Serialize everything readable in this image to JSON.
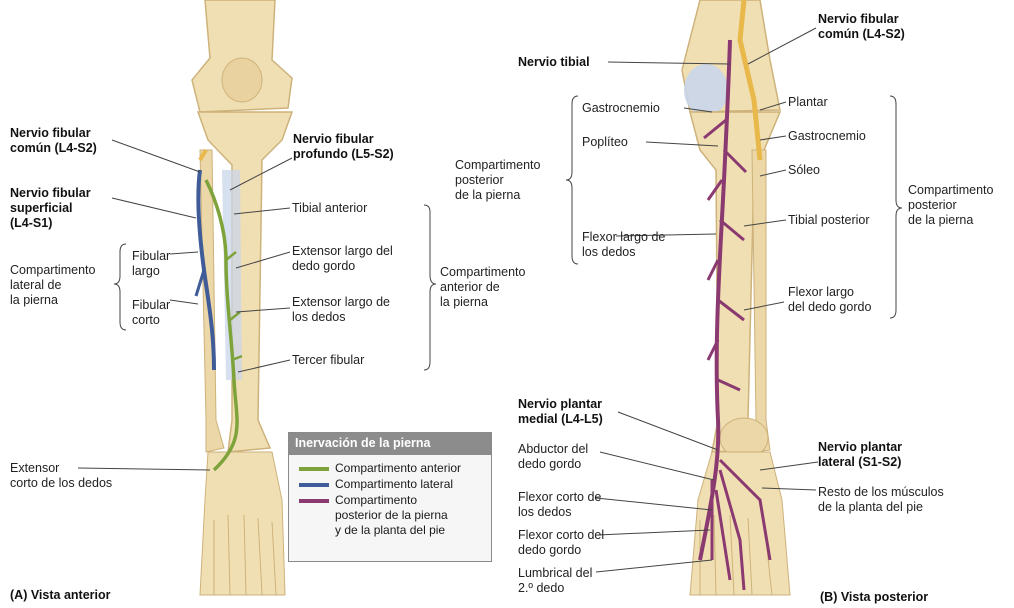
{
  "colors": {
    "anterior": "#7ea33a",
    "lateral": "#3f5c98",
    "posterior": "#8a3a70",
    "bone": "#f1dfb4",
    "bone_edge": "#cdb27a",
    "muscle": "#c9d6ea",
    "common_nerve": "#e8b84a",
    "leader": "#444444"
  },
  "panel_a": {
    "caption": "(A) Vista anterior",
    "labels": {
      "fibular_comun": [
        "Nervio fibular",
        "común (L4-S2)"
      ],
      "fibular_profundo": [
        "Nervio fibular",
        "profundo (L5-S2)"
      ],
      "fibular_superficial": [
        "Nervio fibular",
        "superficial",
        "(L4-S1)"
      ],
      "tibial_anterior": "Tibial anterior",
      "extensor_largo_dedo_gordo": [
        "Extensor largo del",
        "dedo gordo"
      ],
      "extensor_largo_dedos": [
        "Extensor largo de",
        "los dedos"
      ],
      "tercer_fibular": "Tercer fibular",
      "compartimento_anterior": [
        "Compartimento",
        "anterior de",
        "la pierna"
      ],
      "compartimento_lateral": [
        "Compartimento",
        "lateral de",
        "la pierna"
      ],
      "fibular_largo": [
        "Fibular",
        "largo"
      ],
      "fibular_corto": [
        "Fibular",
        "corto"
      ],
      "extensor_corto": [
        "Extensor",
        "corto de los dedos"
      ]
    }
  },
  "panel_b": {
    "caption": "(B) Vista posterior",
    "labels": {
      "fibular_comun": [
        "Nervio fibular",
        "común (L4-S2)"
      ],
      "tibial": "Nervio tibial",
      "gastrocnemio_izq": "Gastrocnemio",
      "popliteo": "Poplíteo",
      "compartimento_posterior_izq": [
        "Compartimento",
        "posterior",
        "de la pierna"
      ],
      "flexor_largo_dedos": [
        "Flexor largo de",
        "los dedos"
      ],
      "plantar": "Plantar",
      "gastrocnemio_der": "Gastrocnemio",
      "soleo": "Sóleo",
      "tibial_posterior": "Tibial posterior",
      "compartimento_posterior_der": [
        "Compartimento",
        "posterior",
        "de la pierna"
      ],
      "flexor_largo_dedo_gordo": [
        "Flexor largo",
        "del dedo gordo"
      ],
      "plantar_medial": [
        "Nervio plantar",
        "medial (L4-L5)"
      ],
      "abductor": [
        "Abductor del",
        "dedo gordo"
      ],
      "flexor_corto_dedos": [
        "Flexor corto de",
        "los dedos"
      ],
      "flexor_corto_dedo_gordo": [
        "Flexor corto del",
        "dedo gordo"
      ],
      "lumbrical": [
        "Lumbrical del",
        "2.º dedo"
      ],
      "plantar_lateral": [
        "Nervio plantar",
        "lateral (S1-S2)"
      ],
      "resto_musculos": [
        "Resto de los músculos",
        "de la planta del pie"
      ]
    }
  },
  "legend": {
    "title": "Inervación de la pierna",
    "items": [
      {
        "text": [
          "Compartimento anterior"
        ],
        "color": "#7ea33a"
      },
      {
        "text": [
          "Compartimento lateral"
        ],
        "color": "#3f5c98"
      },
      {
        "text": [
          "Compartimento",
          "posterior de la pierna",
          "y de la planta del pie"
        ],
        "color": "#8a3a70"
      }
    ]
  }
}
